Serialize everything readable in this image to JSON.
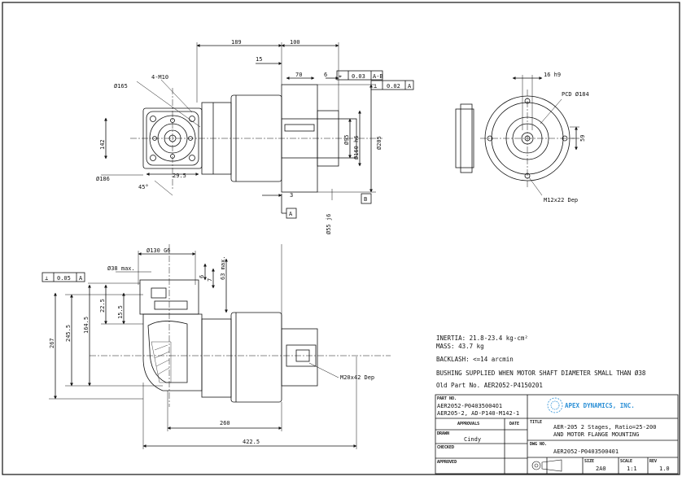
{
  "drawing": {
    "border_color": "#111111",
    "line_color": "#111111",
    "brand_color": "#2a8fd6"
  },
  "front_view": {
    "dim_top_189": "189",
    "dim_top_100": "100",
    "dim_15": "15",
    "dim_70": "70",
    "dim_6": "6",
    "dim_3": "3",
    "dim_4m10": "4-M10",
    "dim_165": "Ø165",
    "dim_142": "142",
    "dim_186": "Ø186",
    "dim_29_5": "29.5",
    "dim_45": "45°",
    "dim_95": "Ø95",
    "dim_160": "Ø160 h6",
    "dim_205": "Ø205",
    "dim_55": "Ø55 j6",
    "tol_position": "0.03",
    "tol_position_ref": "A-B",
    "tol_perp": "0.02",
    "tol_perp_ref": "A",
    "datum_a": "A",
    "datum_b": "B"
  },
  "side_view": {
    "keyway": "16 h9",
    "pcd": "PCD Ø184",
    "dim_59": "59",
    "tapped_holes": "M12x22 Dep"
  },
  "bottom_view": {
    "dim_130": "Ø130 G6",
    "dim_38": "Ø38 max.",
    "dim_6": "6",
    "dim_7": "7",
    "dim_63": "63 max.",
    "dim_22_5": "22.5",
    "dim_15_5": "15.5",
    "dim_164_5": "164.5",
    "dim_245_5": "245.5",
    "dim_267": "267",
    "dim_260": "260",
    "dim_422_5": "422.5",
    "flange_holes": "M20x42 Dep",
    "tol_perp": "0.05",
    "tol_perp_ref": "A"
  },
  "notes": {
    "inertia": "INERTIA: 21.8-23.4 kg-cm²",
    "mass": "MASS: 43.7 kg",
    "backlash": "BACKLASH: <=14 arcmin",
    "bushing": "BUSHING SUPPLIED WHEN MOTOR SHAFT DIAMETER SMALL THAN Ø38",
    "old_part": "Old Part No. AER2052-P4150201"
  },
  "title_block": {
    "part_no_label": "PART NO.",
    "part_no_1": "AER2052-P04035004O1",
    "part_no_2": "AER205-2, AD-P140-M142-1",
    "company": "APEX DYNAMICS, INC.",
    "approvals_label": "APPROVALS",
    "date_label": "DATE",
    "title_label": "TITLE",
    "title_1": "AER-205 2 Stages, Ratio=25-200",
    "title_2": "AND MOTOR FLANGE MOUNTING",
    "drawn_label": "DRAWN",
    "drawn_by": "Cindy",
    "checked_label": "CHECKED",
    "dwg_no_label": "DWG NO.",
    "dwg_no": "AER2052-P0403500401",
    "approved_label": "APPROVED",
    "size_label": "SIZE",
    "size": "2A0",
    "scale_label": "SCALE",
    "scale": "1:1",
    "rev_label": "REV",
    "rev": "1.0"
  }
}
